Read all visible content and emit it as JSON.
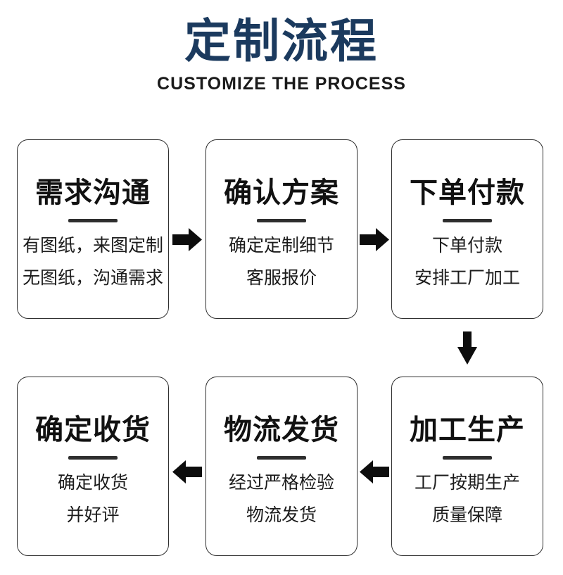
{
  "page": {
    "title_zh": "定制流程",
    "title_en": "CUSTOMIZE THE PROCESS",
    "title_color": "#1b3a5e",
    "arrow_color": "#0d0d0d",
    "box_border_color": "#2f2f2f"
  },
  "steps": [
    {
      "title": "需求沟通",
      "lines": [
        "有图纸，来图定制",
        "无图纸，沟通需求"
      ]
    },
    {
      "title": "确认方案",
      "lines": [
        "确定定制细节",
        "客服报价"
      ]
    },
    {
      "title": "下单付款",
      "lines": [
        "下单付款",
        "安排工厂加工"
      ]
    },
    {
      "title": "加工生产",
      "lines": [
        "工厂按期生产",
        "质量保障"
      ]
    },
    {
      "title": "物流发货",
      "lines": [
        "经过严格检验",
        "物流发货"
      ]
    },
    {
      "title": "确定收货",
      "lines": [
        "确定收货",
        "并好评"
      ]
    }
  ],
  "arrows": [
    {
      "direction": "right",
      "from": "需求沟通",
      "to": "确认方案"
    },
    {
      "direction": "right",
      "from": "确认方案",
      "to": "下单付款"
    },
    {
      "direction": "down",
      "from": "下单付款",
      "to": "加工生产"
    },
    {
      "direction": "left",
      "from": "加工生产",
      "to": "物流发货"
    },
    {
      "direction": "left",
      "from": "物流发货",
      "to": "确定收货"
    }
  ]
}
